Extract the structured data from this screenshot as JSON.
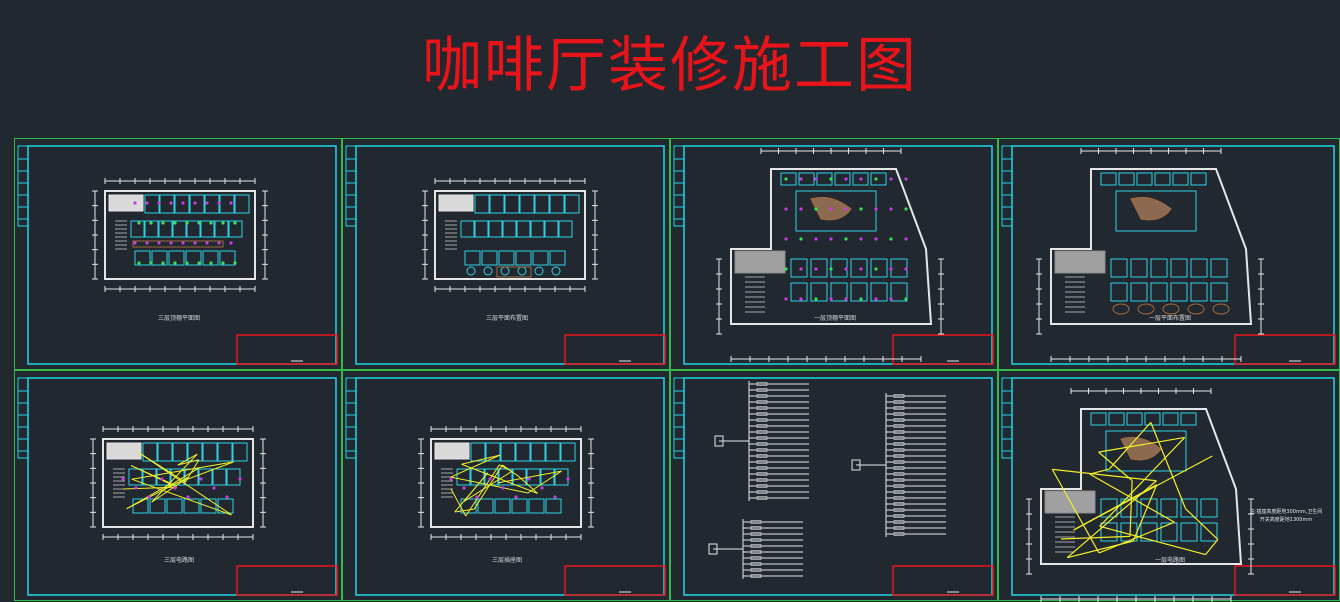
{
  "page": {
    "title": "咖啡厅装修施工图",
    "title_color": "#e8141a",
    "background": "#212830"
  },
  "colors": {
    "outer_border": "#37b94a",
    "inner_frame": "#22d5e6",
    "title_block": "#e8141a",
    "walls": "#e6e6e6",
    "furniture": "#2fd2e6",
    "lights": "#c93ce0",
    "downlights": "#3be05a",
    "wiring": "#f2ef2a",
    "stairs": "#a8a8a8",
    "wood": "#a06a3c"
  },
  "sheets": [
    {
      "id": "s1",
      "type": "plan",
      "plan": "rect-ceiling",
      "caption": "三层顶棚平面图",
      "icon": "ceiling-plan"
    },
    {
      "id": "s2",
      "type": "plan",
      "plan": "rect-furniture",
      "caption": "三层平面布置图",
      "icon": "floor-plan"
    },
    {
      "id": "s3",
      "type": "plan",
      "plan": "l-ceiling",
      "caption": "一层顶棚平面图",
      "icon": "ceiling-plan"
    },
    {
      "id": "s4",
      "type": "plan",
      "plan": "l-furniture",
      "caption": "一层平面布置图",
      "icon": "floor-plan"
    },
    {
      "id": "s5",
      "type": "plan",
      "plan": "rect-electrical",
      "caption": "三层电路图",
      "icon": "electrical-plan"
    },
    {
      "id": "s6",
      "type": "plan",
      "plan": "rect-electrical2",
      "caption": "三层插座图",
      "icon": "electrical-plan"
    },
    {
      "id": "s7",
      "type": "schematic",
      "plan": "schematic",
      "caption": "",
      "icon": "circuit-schematic"
    },
    {
      "id": "s8",
      "type": "plan",
      "plan": "l-electrical",
      "caption": "一层电路图",
      "icon": "electrical-plan",
      "notes": [
        "注:插座高度距地300mm,卫生间",
        "开关高度距地1300mm"
      ]
    }
  ]
}
